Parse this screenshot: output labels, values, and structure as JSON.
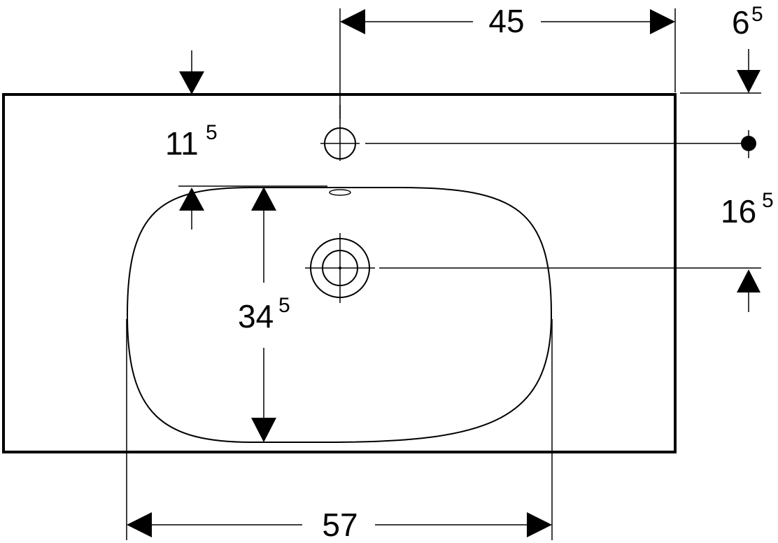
{
  "drawing": {
    "stroke_color": "#000000",
    "background_color": "#ffffff"
  },
  "dimensions": {
    "tap_to_edge": {
      "main": "45",
      "sup": ""
    },
    "edge_to_tap_row": {
      "main": "6",
      "sup": "5"
    },
    "left_offset": {
      "main": "11",
      "sup": "5"
    },
    "right_offset": {
      "main": "16",
      "sup": "5"
    },
    "bowl_depth": {
      "main": "34",
      "sup": "5"
    },
    "bowl_width": {
      "main": "57",
      "sup": ""
    }
  }
}
